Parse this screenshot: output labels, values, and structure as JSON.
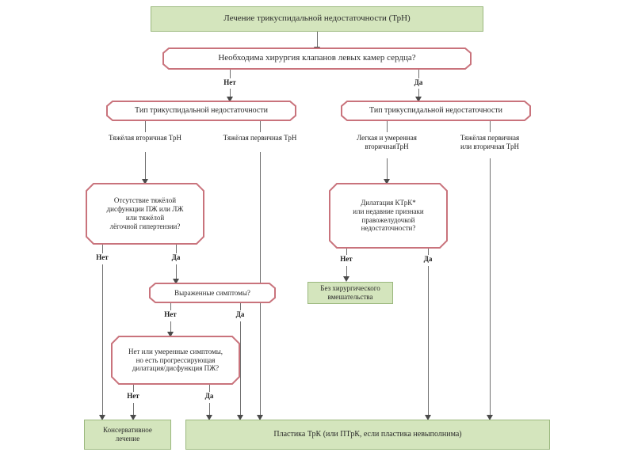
{
  "chart_data": {
    "type": "diagram",
    "title": "Лечение трикуспидальной недостаточности (ТрН)",
    "orientation": "top-down",
    "colors": {
      "terminal_fill": "#d4e5bd",
      "terminal_border": "#9bb87e",
      "decision_border": "#c9737c",
      "decision_fill": "#ffffff",
      "connector": "#6f6f6f",
      "text": "#1a1a1a"
    }
  },
  "nodes": {
    "root": {
      "label": "Лечение трикуспидальной недостаточности (ТрН)",
      "shape": "rectangle",
      "style": "terminal"
    },
    "q_left_heart_surgery": {
      "label": "Необходима хирургия клапанов левых камер сердца?",
      "shape": "octagon",
      "style": "decision"
    },
    "type_tr_left": {
      "label": "Тип трикуспидальной недостаточности",
      "shape": "octagon",
      "style": "decision"
    },
    "type_tr_right": {
      "label": "Тип трикуспидальной недостаточности",
      "shape": "octagon",
      "style": "decision"
    },
    "q_no_severe_dysfunction": {
      "lines": [
        "Отсутствие тяжёлой",
        "дисфункции ПЖ или ЛЖ",
        "или тяжёлой",
        "лёгочной гипертензии?"
      ],
      "shape": "octagon",
      "style": "decision"
    },
    "q_dilation_ktrk": {
      "lines": [
        "Дилатация КТрК*",
        "или недавние признаки",
        "правожелудочкой",
        "недостаточности?"
      ],
      "shape": "octagon",
      "style": "decision"
    },
    "q_severe_symptoms": {
      "label": "Выраженные симптомы?",
      "shape": "octagon",
      "style": "decision"
    },
    "q_mild_symptoms_progressive": {
      "lines": [
        "Нет или умеренные симптомы,",
        "но есть прогрессирующая",
        "дилатация/дисфункция ПЖ?"
      ],
      "shape": "octagon",
      "style": "decision"
    },
    "no_surgery": {
      "lines": [
        "Без хирургического",
        "вмешательства"
      ],
      "shape": "rectangle",
      "style": "terminal"
    },
    "conservative": {
      "lines": [
        "Консервативное",
        "лечение"
      ],
      "shape": "rectangle",
      "style": "terminal"
    },
    "plasty": {
      "label": "Пластика ТрК (или ПТрК, если пластика невыполнима)",
      "shape": "rectangle",
      "style": "terminal"
    }
  },
  "edge_labels": {
    "root_no": "Нет",
    "root_yes": "Да",
    "left_severe_secondary": "Тяжёлая вторичная ТрН",
    "left_severe_primary": "Тяжёлая первичная ТрН",
    "right_mild_moderate": [
      "Легкая и умеренная",
      "вторичнаяТрН"
    ],
    "right_severe_primary_or_secondary": [
      "Тяжёлая первичная",
      "или вторичная ТрН"
    ],
    "dysfunction_no": "Нет",
    "dysfunction_yes": "Да",
    "ktrk_no": "Нет",
    "ktrk_yes": "Да",
    "symptoms_no": "Нет",
    "symptoms_yes": "Да",
    "progressive_no": "Нет",
    "progressive_yes": "Да"
  }
}
